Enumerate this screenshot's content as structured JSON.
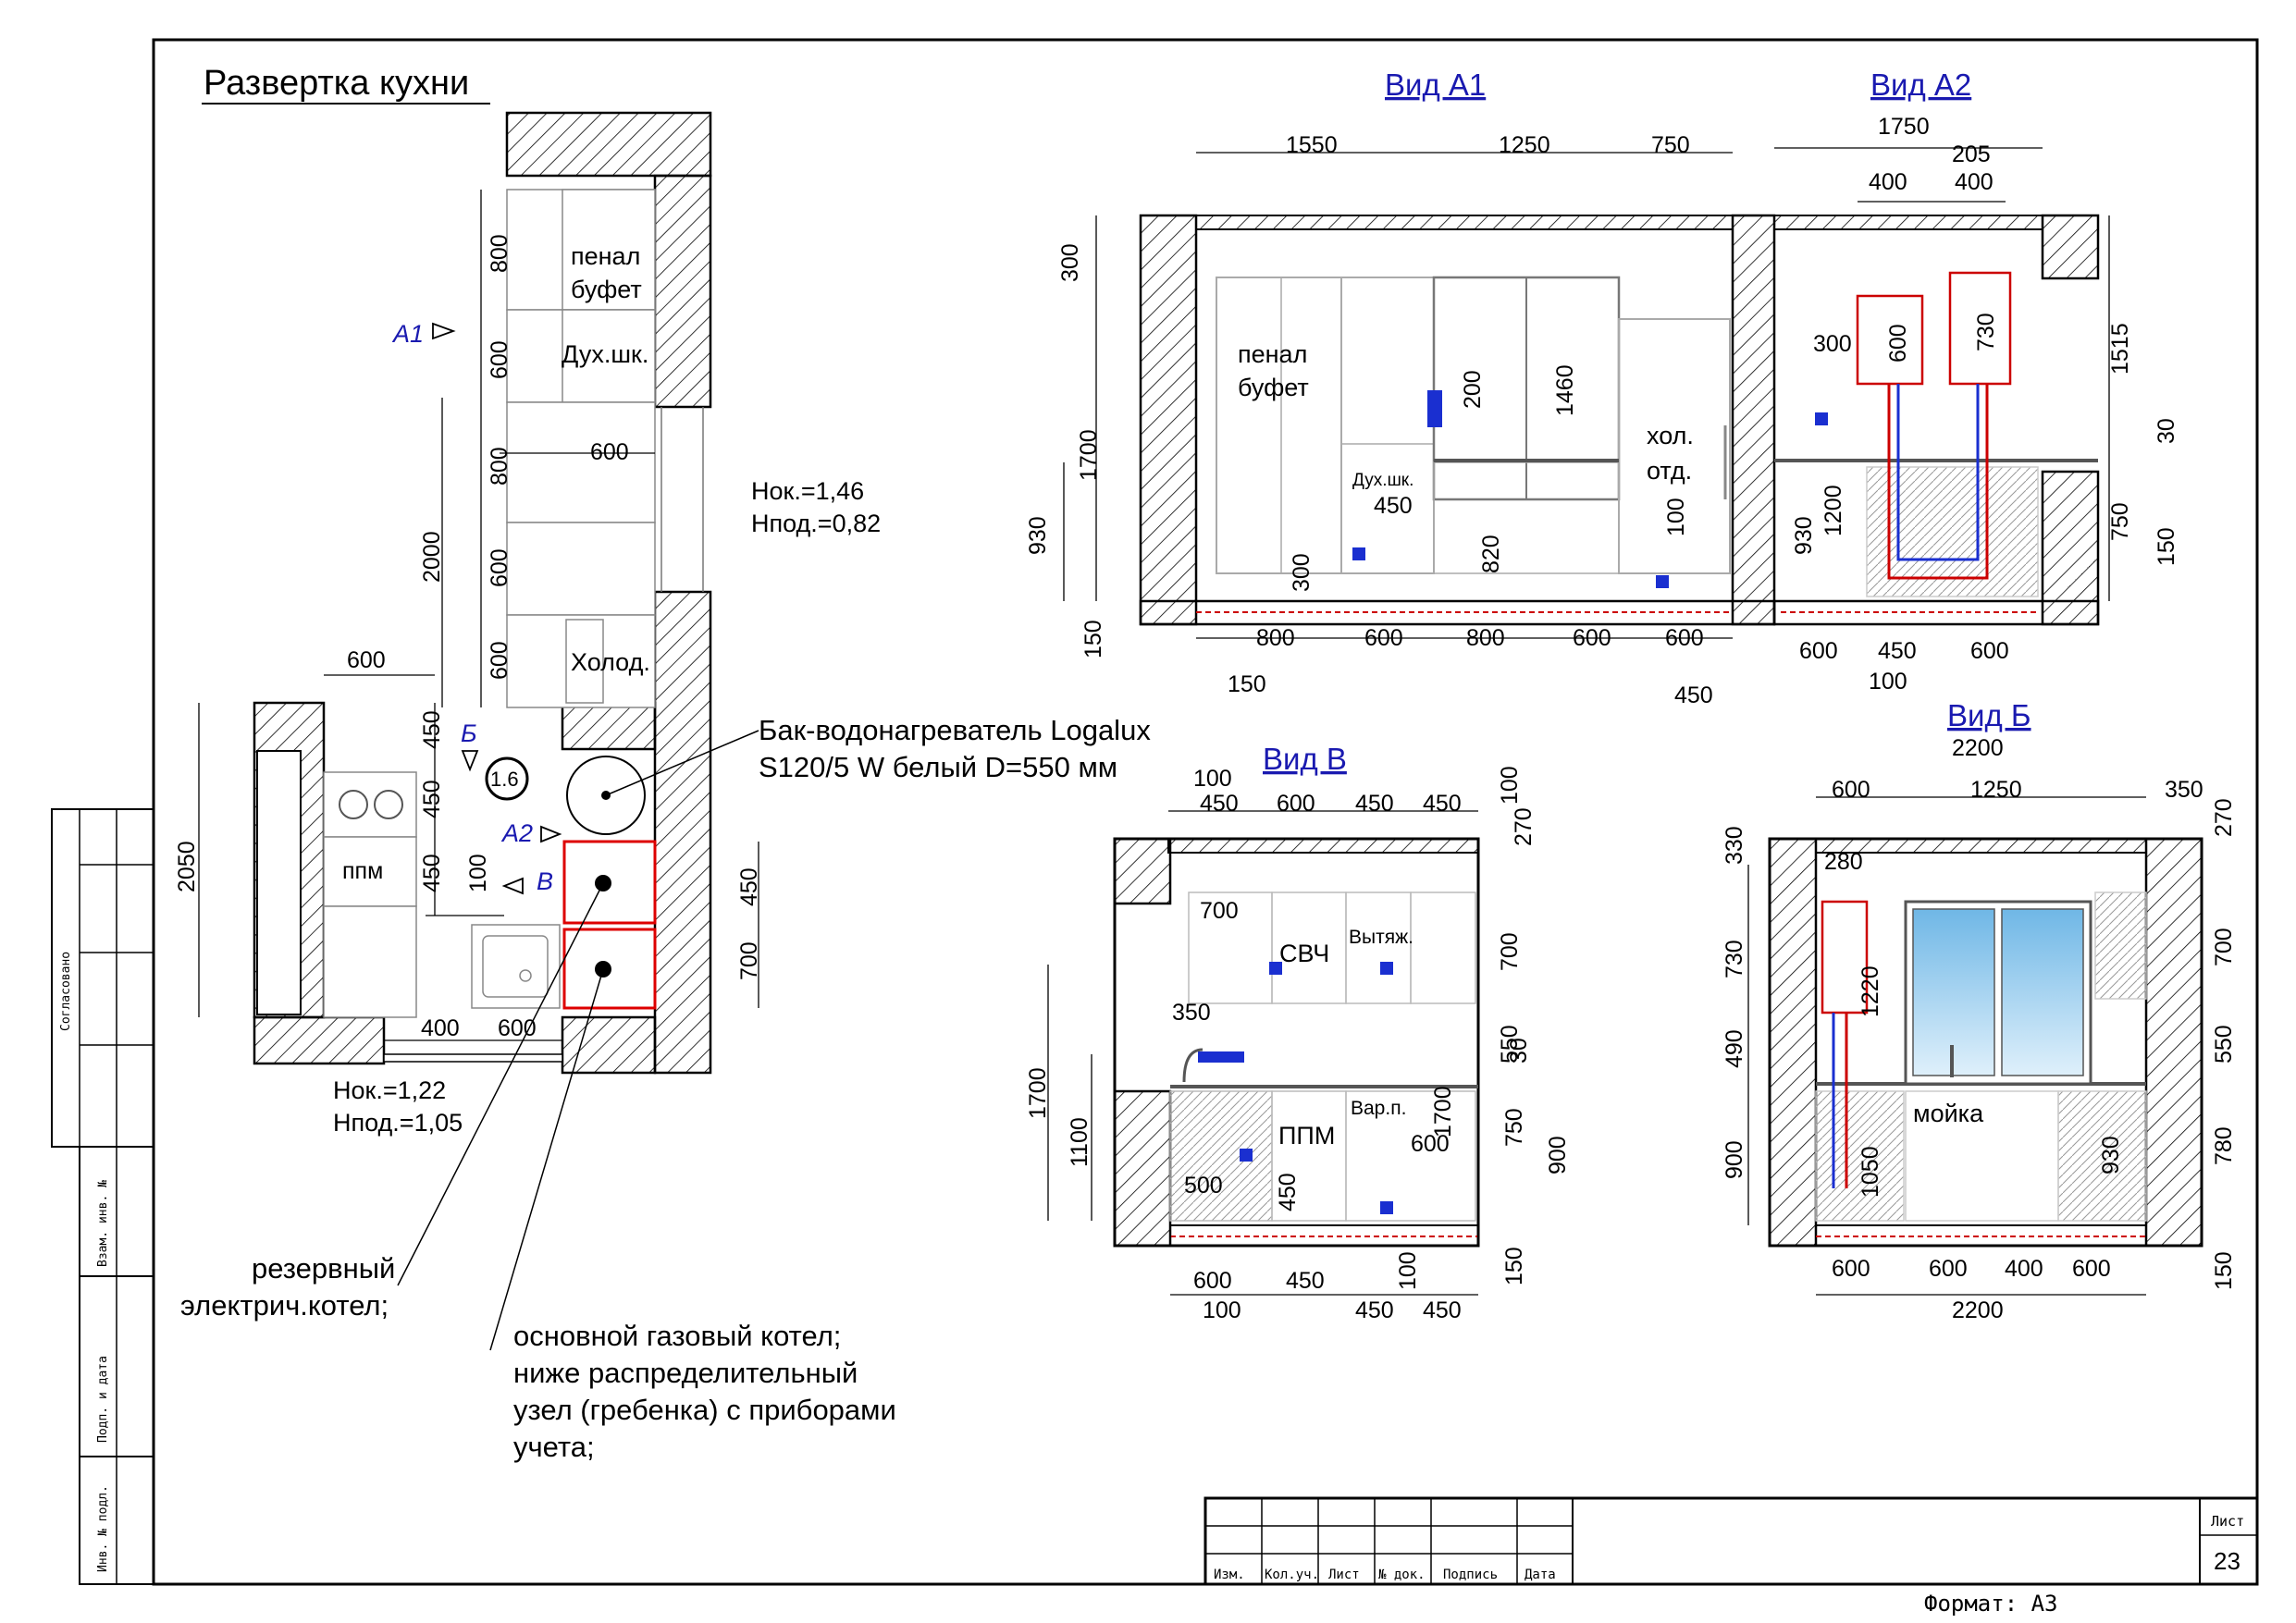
{
  "sheet": {
    "title": "Развертка кухни",
    "format": "Формат: А3",
    "sheet_label": "Лист",
    "sheet_number": "23",
    "agreed": "Согласовано",
    "side_cols": [
      "Взам. инв. №",
      "Подп. и дата",
      "Инв. № подл."
    ],
    "title_block_cols": [
      "Изм.",
      "Кол.уч.",
      "Лист",
      "№ док.",
      "Подпись",
      "Дата"
    ]
  },
  "plan": {
    "labels": {
      "penal": "пенал",
      "bufet": "буфет",
      "oven": "Дух.шк.",
      "fridge": "Холод.",
      "dishwasher": "ппм",
      "circle": "1.6",
      "view_a1": "А1",
      "view_a2": "А2",
      "view_b": "Б",
      "view_v": "В"
    },
    "heights_top": [
      "Нок.=1,46",
      "Нпод.=0,82"
    ],
    "heights_bottom": [
      "Нок.=1,22",
      "Нпод.=1,05"
    ],
    "tank_note": [
      "Бак-водонагреватель Logalux",
      "S120/5 W белый D=550 мм"
    ],
    "note_electric": [
      "резервный",
      "электрич.котел;"
    ],
    "note_gas": [
      "основной газовый котел;",
      "ниже распределительный",
      "узел (гребенка) с приборами",
      "учета;"
    ],
    "dims": {
      "d800a": "800",
      "d600a": "600",
      "d800b": "800",
      "d600b": "600",
      "d600c": "600",
      "d2000": "2000",
      "d600top": "600",
      "d600w": "600",
      "d2050": "2050",
      "d450a": "450",
      "d450b": "450",
      "d450c": "450",
      "d100": "100",
      "d450r": "450",
      "d700r": "700",
      "d400": "400",
      "d600bot": "600"
    }
  },
  "view_a1": {
    "title": "Вид А1",
    "top": [
      "1550",
      "1250",
      "750"
    ],
    "left": [
      "300",
      "1700",
      "930",
      "150"
    ],
    "inner": [
      "200",
      "1460",
      "450",
      "300",
      "820",
      "100"
    ],
    "bottom": [
      "800",
      "600",
      "800",
      "600",
      "600"
    ],
    "bottom2": [
      "150",
      "450"
    ],
    "labels": {
      "penal": "пенал",
      "bufet": "буфет",
      "oven": "Дух.шк.",
      "fridge1": "хол.",
      "fridge2": "отд."
    }
  },
  "view_a2": {
    "title": "Вид А2",
    "top": [
      "1750",
      "205",
      "400",
      "400"
    ],
    "inner": [
      "600",
      "730",
      "300",
      "1200",
      "930"
    ],
    "right": [
      "1515",
      "30",
      "750",
      "150"
    ],
    "bottom": [
      "600",
      "450",
      "600",
      "100"
    ]
  },
  "view_v": {
    "title": "Вид В",
    "top": [
      "100",
      "450",
      "600",
      "450",
      "450"
    ],
    "right": [
      "100",
      "270",
      "700",
      "550",
      "30",
      "750",
      "900",
      "150"
    ],
    "left": [
      "1700",
      "1100"
    ],
    "inner": [
      "700",
      "350",
      "500",
      "450",
      "600",
      "1700",
      "100"
    ],
    "bottom": [
      "600",
      "450",
      "100",
      "450",
      "450"
    ],
    "labels": {
      "microwave": "СВЧ",
      "hood": "Вытяж.",
      "dishwasher": "ППМ",
      "cooktop": "Вар.п."
    }
  },
  "view_b": {
    "title": "Вид Б",
    "top": [
      "2200",
      "600",
      "1250",
      "350",
      "280"
    ],
    "left": [
      "330",
      "730",
      "490",
      "900"
    ],
    "right": [
      "270",
      "700",
      "550",
      "780",
      "150"
    ],
    "inner": [
      "1220",
      "1050",
      "930"
    ],
    "bottom": [
      "600",
      "600",
      "400",
      "600",
      "2200"
    ],
    "labels": {
      "sink": "мойка"
    }
  }
}
